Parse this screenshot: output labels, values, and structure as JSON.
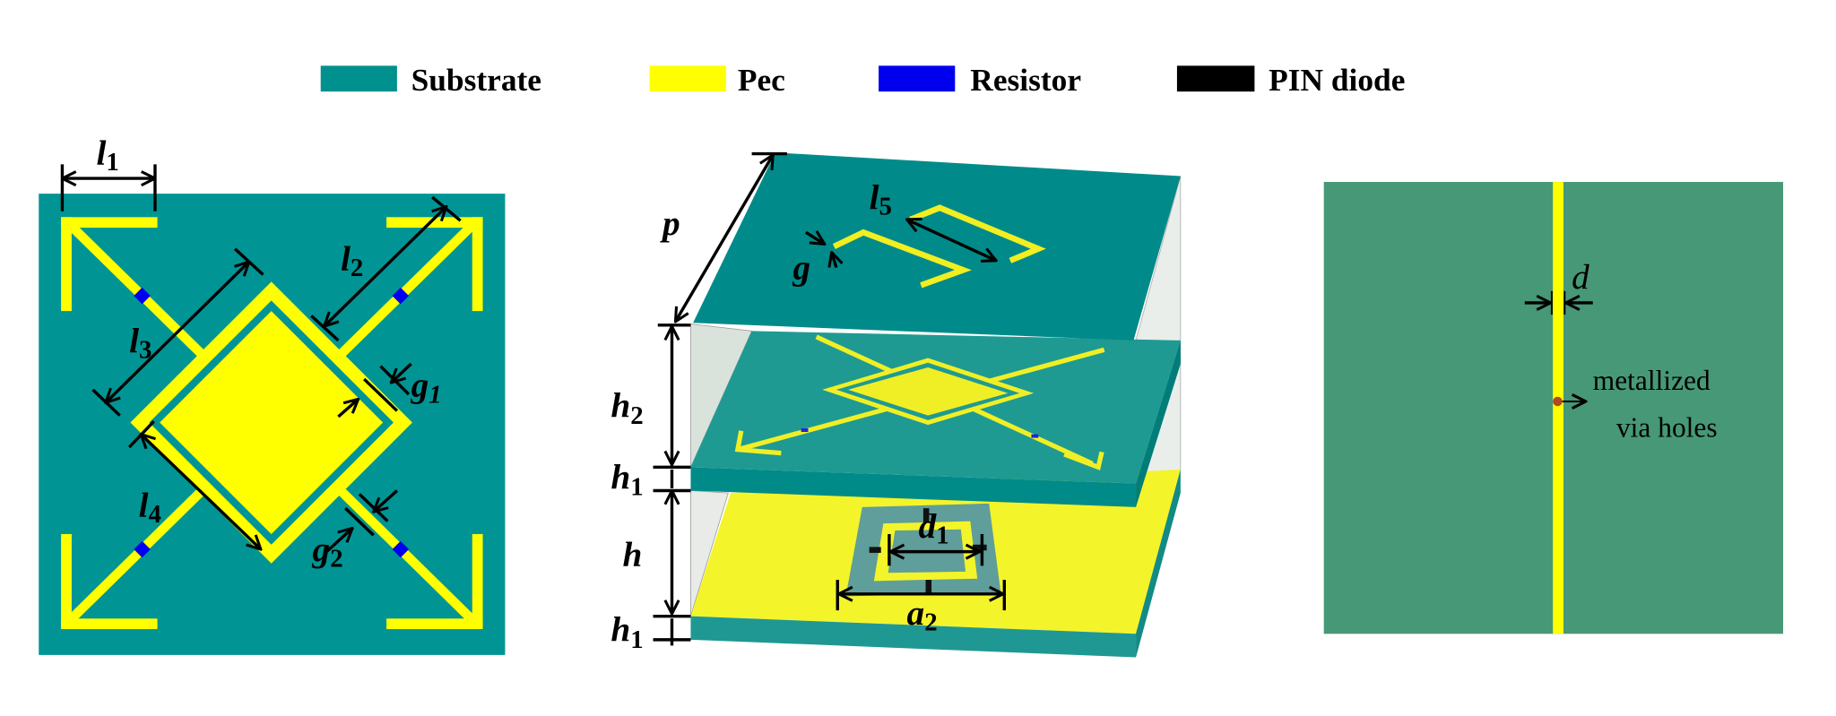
{
  "legend": [
    {
      "label": "Substrate",
      "color": "#009594"
    },
    {
      "label": "Pec",
      "color": "#ffff00"
    },
    {
      "label": "Resistor",
      "color": "#0000ee"
    },
    {
      "label": "PIN diode",
      "color": "#000000"
    }
  ],
  "top_view": {
    "labels": {
      "l1": {
        "sym": "l",
        "sub": "1"
      },
      "l2": {
        "sym": "l",
        "sub": "2"
      },
      "l3": {
        "sym": "l",
        "sub": "3"
      },
      "l4": {
        "sym": "l",
        "sub": "4"
      },
      "g1": {
        "sym": "g",
        "sub": "1"
      },
      "g2": {
        "sym": "g",
        "sub": "2"
      }
    }
  },
  "perspective_view": {
    "labels": {
      "p": {
        "sym": "p"
      },
      "g": {
        "sym": "g"
      },
      "l5": {
        "sym": "l",
        "sub": "5"
      },
      "h2": {
        "sym": "h",
        "sub": "2"
      },
      "h1_top": {
        "sym": "h",
        "sub": "1"
      },
      "h": {
        "sym": "h"
      },
      "h1_bottom": {
        "sym": "h",
        "sub": "1"
      },
      "d1": {
        "sym": "d",
        "sub": "1"
      },
      "a2": {
        "sym": "a",
        "sub": "2"
      }
    }
  },
  "bottom_view": {
    "labels": {
      "d": {
        "sym": "d"
      },
      "note_line1": "metallized",
      "note_line2": "via holes"
    },
    "color": "#479877"
  }
}
